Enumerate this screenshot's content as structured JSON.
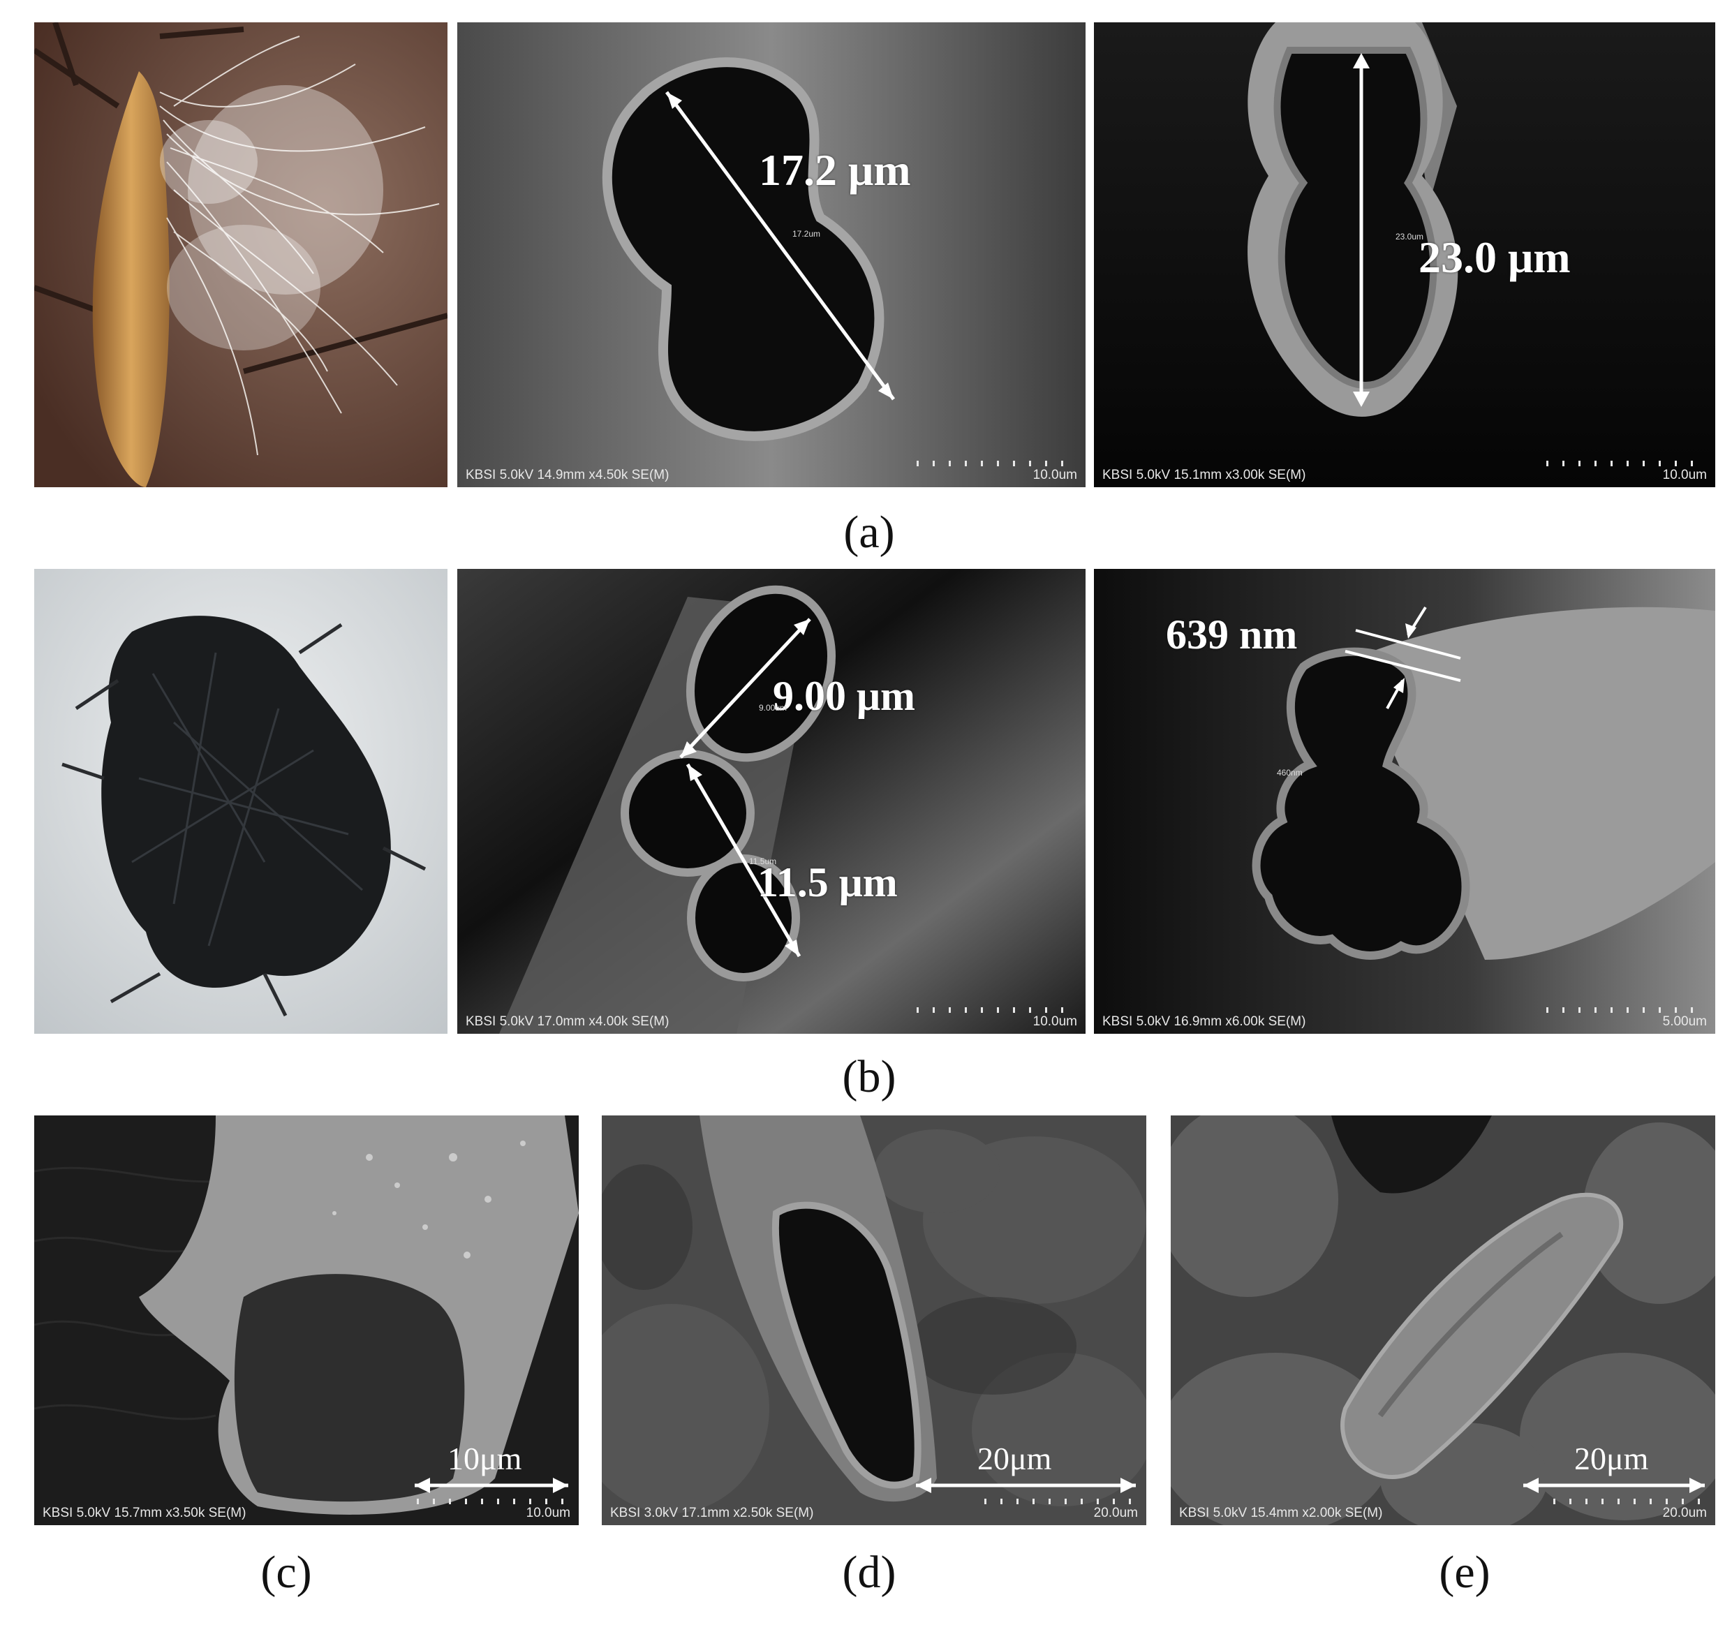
{
  "captions": {
    "a": "(a)",
    "b": "(b)",
    "c": "(c)",
    "d": "(d)",
    "e": "(e)"
  },
  "row_a": {
    "sem1": {
      "measurement": "17.2 μm",
      "small_label": "17.2um",
      "info": "KBSI 5.0kV 14.9mm x4.50k SE(M)",
      "scale": "10.0um"
    },
    "sem2": {
      "measurement": "23.0 μm",
      "small_label": "23.0um",
      "info": "KBSI 5.0kV 15.1mm x3.00k SE(M)",
      "scale": "10.0um"
    }
  },
  "row_b": {
    "sem1": {
      "measurement_top": "9.00 μm",
      "measurement_bottom": "11.5 μm",
      "small_label_top": "9.00um",
      "small_label_bottom": "11.5um",
      "info": "KBSI 5.0kV 17.0mm x4.00k SE(M)",
      "scale": "10.0um"
    },
    "sem2": {
      "measurement": "639 nm",
      "small_label": "460nm",
      "info": "KBSI 5.0kV 16.9mm x6.00k SE(M)",
      "scale": "5.00um"
    }
  },
  "row_c": {
    "c": {
      "scalebar": "10μm",
      "info": "KBSI 5.0kV 15.7mm x3.50k SE(M)",
      "scale": "10.0um"
    },
    "d": {
      "scalebar": "20μm",
      "info": "KBSI 3.0kV 17.1mm x2.50k SE(M)",
      "scale": "20.0um"
    },
    "e": {
      "scalebar": "20μm",
      "info": "KBSI 5.0kV 15.4mm x2.00k SE(M)",
      "scale": "20.0um"
    }
  }
}
